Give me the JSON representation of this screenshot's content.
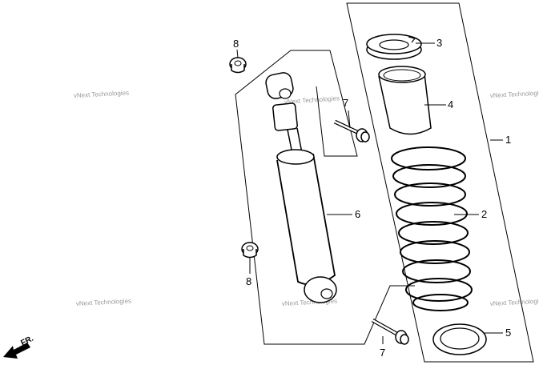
{
  "watermark": "vNext Technologies",
  "direction_label": "FR.",
  "callouts": {
    "c1": "1",
    "c2": "2",
    "c3": "3",
    "c4": "4",
    "c5": "5",
    "c6": "6",
    "c7_top": "7",
    "c7_bottom": "7",
    "c8_top": "8",
    "c8_bottom": "8"
  },
  "parts": [
    {
      "ref": "1",
      "name": "shock-absorber-assembly-group"
    },
    {
      "ref": "2",
      "name": "coil-spring"
    },
    {
      "ref": "3",
      "name": "spring-seat-stopper"
    },
    {
      "ref": "4",
      "name": "spring-guide"
    },
    {
      "ref": "5",
      "name": "lower-spring-seat"
    },
    {
      "ref": "6",
      "name": "shock-absorber"
    },
    {
      "ref": "7",
      "name": "flange-bolt"
    },
    {
      "ref": "8",
      "name": "flange-nut"
    }
  ]
}
